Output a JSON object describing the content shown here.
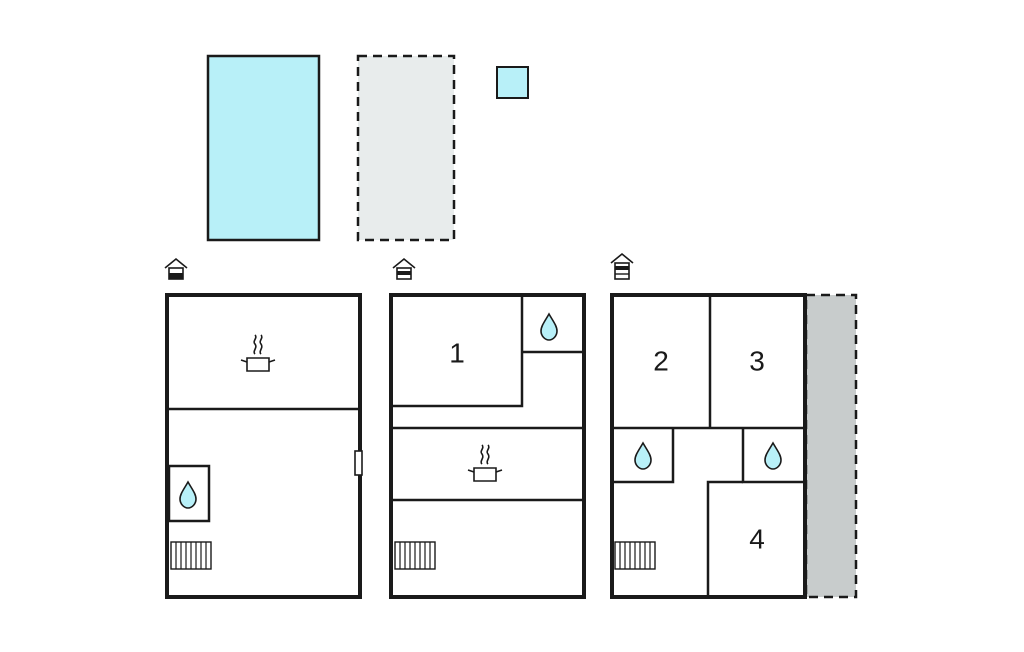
{
  "colors": {
    "wall": "#1a1a1a",
    "pool": "#b8f0f8",
    "terrace": "#e8ecec",
    "terrace_border": "#1a1a1a",
    "covered_terrace": "#c8cccc",
    "water_drop": "#b8f0f8",
    "background": "#ffffff"
  },
  "outdoor": {
    "pool": {
      "icon": "pool"
    },
    "terrace": {
      "icon": "terrace-dashed"
    },
    "hot_tub": {
      "icon": "small-pool"
    }
  },
  "floors": [
    {
      "level_icon": "house-ground-floor-icon",
      "rooms": [
        {
          "type": "kitchen",
          "icon": "cooking-pot-icon"
        },
        {
          "type": "bathroom",
          "icon": "water-drop-icon"
        },
        {
          "type": "stairs",
          "icon": "stairs-icon"
        },
        {
          "type": "door",
          "icon": "door-icon"
        }
      ]
    },
    {
      "level_icon": "house-first-floor-icon",
      "rooms": [
        {
          "type": "bedroom",
          "label": "1"
        },
        {
          "type": "bathroom",
          "icon": "water-drop-icon"
        },
        {
          "type": "kitchen",
          "icon": "cooking-pot-icon"
        },
        {
          "type": "stairs",
          "icon": "stairs-icon"
        }
      ]
    },
    {
      "level_icon": "house-second-floor-icon",
      "rooms": [
        {
          "type": "bedroom",
          "label": "2"
        },
        {
          "type": "bedroom",
          "label": "3"
        },
        {
          "type": "bathroom",
          "icon": "water-drop-icon"
        },
        {
          "type": "bathroom",
          "icon": "water-drop-icon"
        },
        {
          "type": "bedroom",
          "label": "4"
        },
        {
          "type": "stairs",
          "icon": "stairs-icon"
        },
        {
          "type": "balcony",
          "icon": "balcony-dashed"
        }
      ]
    }
  ]
}
